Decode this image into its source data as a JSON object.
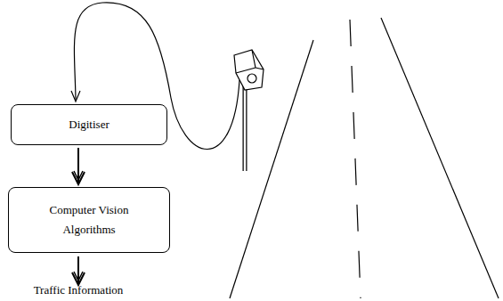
{
  "diagram": {
    "nodes": [
      {
        "text": [
          "Digitiser"
        ]
      },
      {
        "text": [
          "Computer Vision Algorithms"
        ]
      }
    ],
    "edges": [
      {
        "from": 0,
        "to": 1,
        "arrow": "to"
      }
    ],
    "labels": [
      "Traffic Information"
    ]
  }
}
